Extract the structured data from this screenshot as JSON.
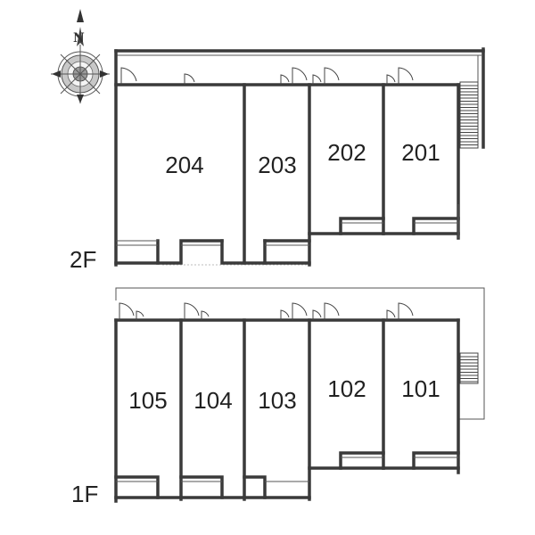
{
  "compass": {
    "north_letter": "N"
  },
  "floors": [
    {
      "label": "2F",
      "rooms": [
        {
          "number": "204"
        },
        {
          "number": "203"
        },
        {
          "number": "202"
        },
        {
          "number": "201"
        }
      ]
    },
    {
      "label": "1F",
      "rooms": [
        {
          "number": "105"
        },
        {
          "number": "104"
        },
        {
          "number": "103"
        },
        {
          "number": "102"
        },
        {
          "number": "101"
        }
      ]
    }
  ]
}
